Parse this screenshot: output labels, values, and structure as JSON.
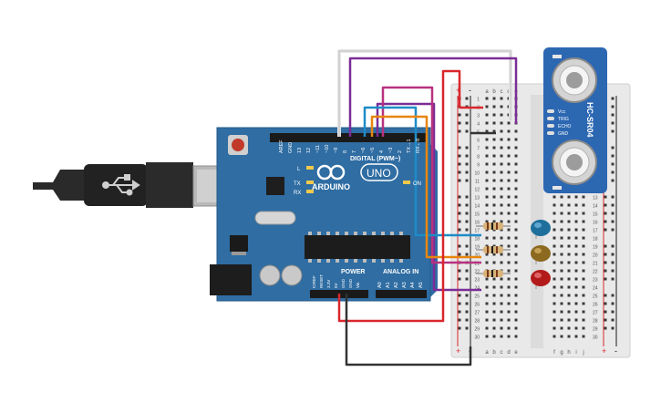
{
  "colors": {
    "board": "#2F6DA3",
    "board_dark": "#245a88",
    "breadboard": "#e9e9e9",
    "hole": "#3a3a3a",
    "rail_red": "#d9262c",
    "rail_blue": "#1a1a1a",
    "sensor": "#2c67b2",
    "wire_purple": "#7b2d96",
    "wire_white": "#e6e6e6",
    "wire_blue": "#1f8cc7",
    "wire_orange": "#e8860e",
    "wire_magenta": "#b8327f",
    "wire_red": "#d9262c",
    "wire_black": "#333333",
    "led_blue": "#1f6f9c",
    "led_yellow": "#8b6a1f",
    "led_red": "#b31b1b"
  },
  "arduino": {
    "digital_label": "DIGITAL (PWM~)",
    "brand": "ARDUINO",
    "model": "UNO",
    "power_label": "POWER",
    "analog_label": "ANALOG IN",
    "led_l": "L",
    "led_tx": "TX",
    "led_rx": "RX",
    "led_on": "ON",
    "digital_pins": [
      "AREF",
      "GND",
      "13",
      "12",
      "~11",
      "~10",
      "~9",
      "8",
      "7",
      "~6",
      "~5",
      "4",
      "~3",
      "2",
      "TX→1",
      "RX←0"
    ],
    "power_pins": [
      "IOREF",
      "RESET",
      "3.3V",
      "5V",
      "GND",
      "GND",
      "Vin"
    ],
    "analog_pins": [
      "A0",
      "A1",
      "A2",
      "A3",
      "A4",
      "A5"
    ]
  },
  "sensor": {
    "name": "HC-SR04",
    "pins": [
      "Vcc",
      "TRIG",
      "ECHO",
      "GND"
    ]
  },
  "breadboard": {
    "cols_left": [
      "a",
      "b",
      "c",
      "d",
      "e"
    ],
    "cols_right": [
      "f",
      "g",
      "h",
      "i",
      "j"
    ],
    "rows": [
      "1",
      "2",
      "3",
      "4",
      "5",
      "6",
      "7",
      "8",
      "9",
      "10",
      "11",
      "12",
      "13",
      "14",
      "15",
      "16",
      "17",
      "18",
      "19",
      "20",
      "21",
      "22",
      "23",
      "24",
      "25",
      "26",
      "27",
      "28",
      "29",
      "30"
    ],
    "plus": "+",
    "minus": "-"
  }
}
